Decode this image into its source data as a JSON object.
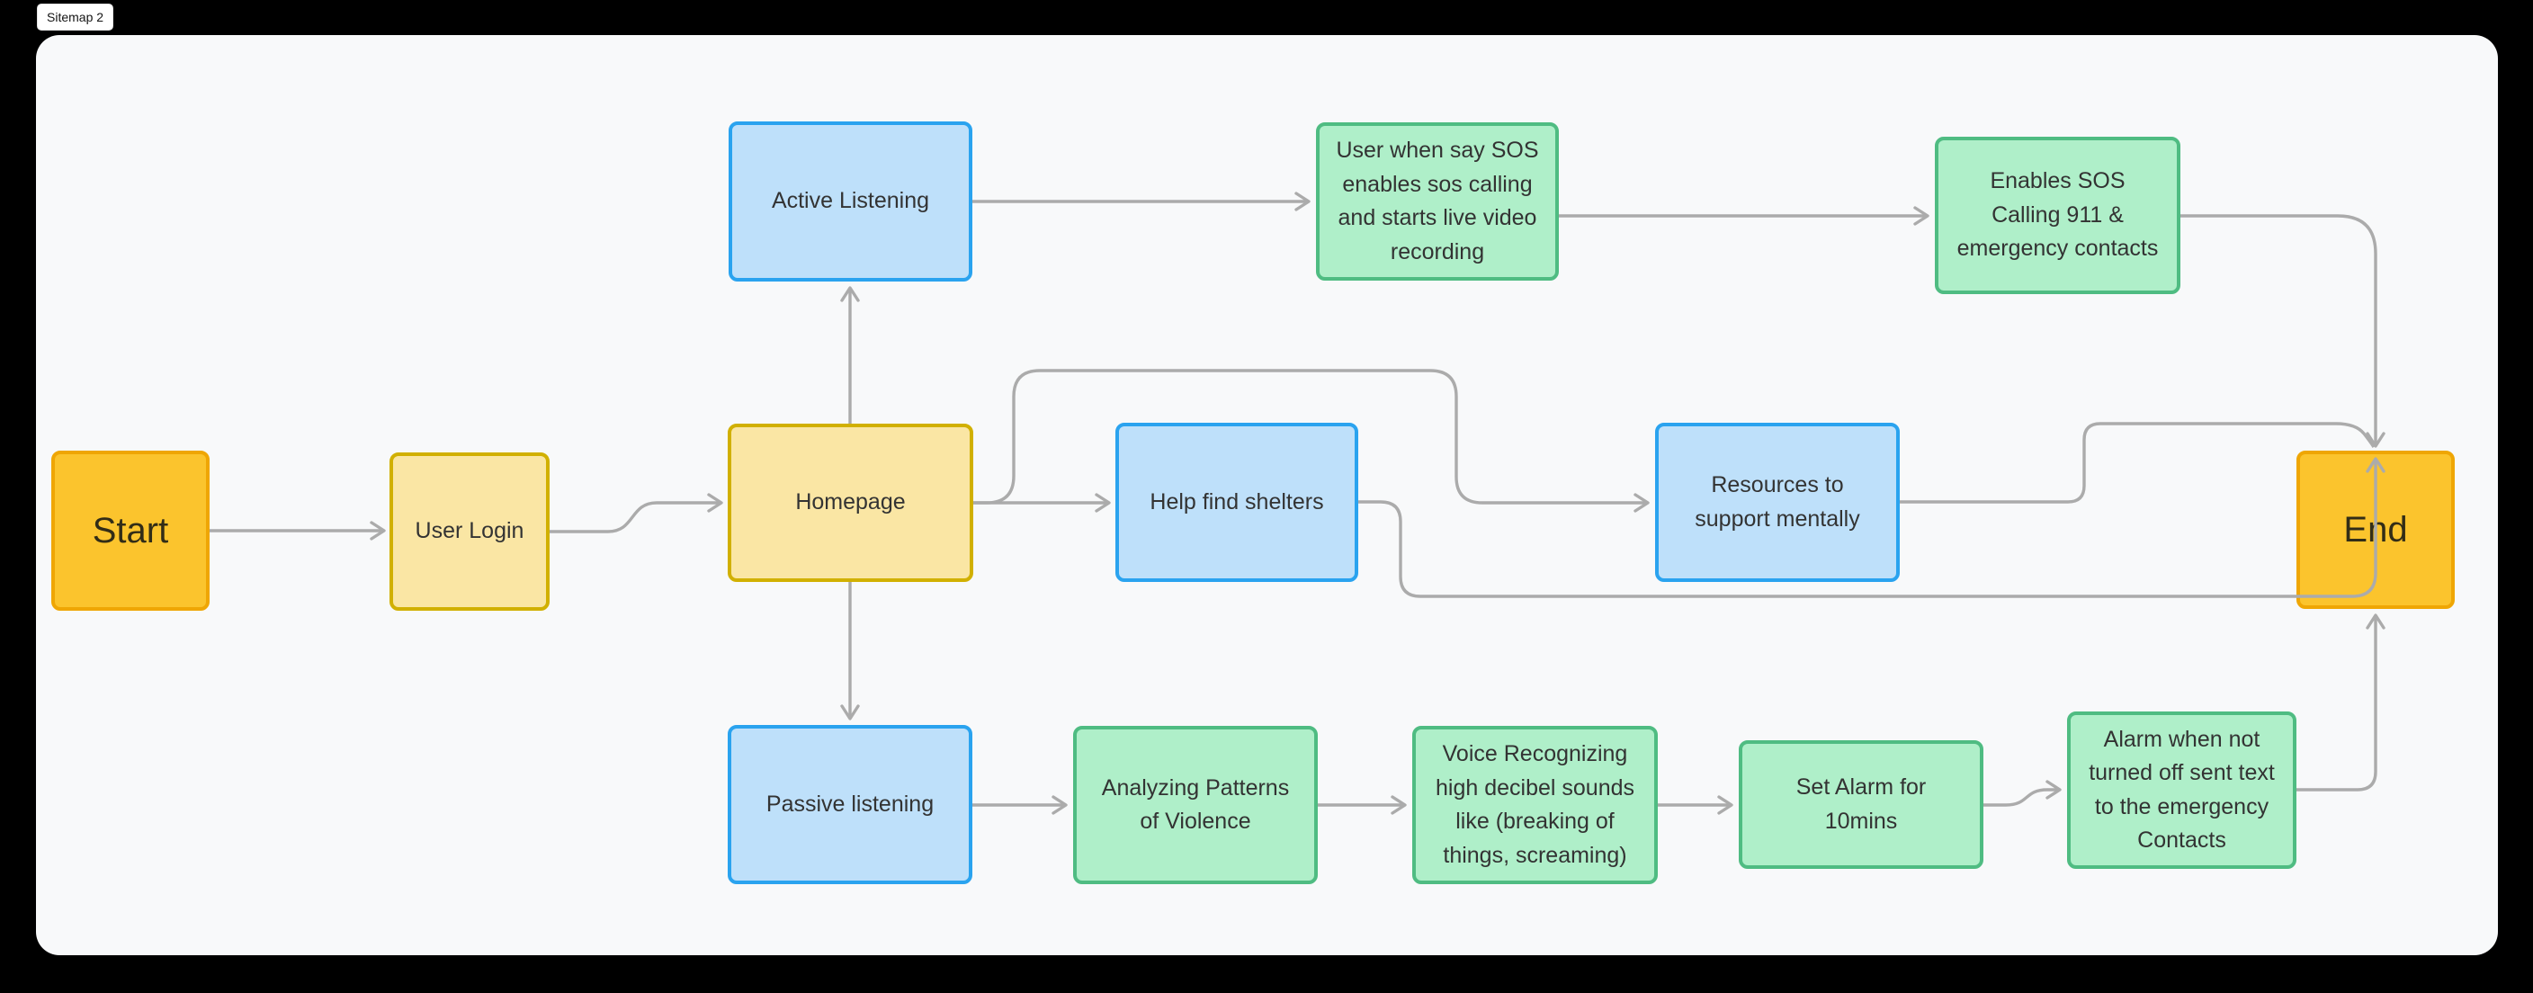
{
  "page": {
    "title_chip": "Sitemap 2"
  },
  "canvas": {
    "background": "#F8F9FA",
    "outer_background": "#000000"
  },
  "colors": {
    "terminal_fill": "#FBC42D",
    "terminal_border": "#EFA604",
    "page_fill": "#FAE6A4",
    "page_border": "#D1B000",
    "feature_fill": "#BEE0FA",
    "feature_border": "#2AA3EF",
    "action_fill": "#AFEFC9",
    "action_border": "#4FBC82",
    "connector": "#ABABAB",
    "text": "#333333"
  },
  "nodes": [
    {
      "id": "start",
      "kind": "terminal",
      "label": "Start"
    },
    {
      "id": "user-login",
      "kind": "page",
      "label": "User Login"
    },
    {
      "id": "homepage",
      "kind": "page",
      "label": "Homepage"
    },
    {
      "id": "active-listening",
      "kind": "feature",
      "label": "Active Listening"
    },
    {
      "id": "passive-listening",
      "kind": "feature",
      "label": "Passive listening"
    },
    {
      "id": "sos-video-recording",
      "kind": "action",
      "label": "User when say SOS enables sos  calling and starts live video recording"
    },
    {
      "id": "enables-sos-calling",
      "kind": "action",
      "label": "Enables SOS Calling 911 & emergency contacts"
    },
    {
      "id": "help-find-shelters",
      "kind": "feature",
      "label": "Help find shelters"
    },
    {
      "id": "resources-support-mentally",
      "kind": "feature",
      "label": "Resources to support mentally"
    },
    {
      "id": "analyzing-patterns",
      "kind": "action",
      "label": "Analyzing Patterns of Violence"
    },
    {
      "id": "voice-recognizing",
      "kind": "action",
      "label": "Voice Recognizing high decibel sounds like (breaking of things, screaming)"
    },
    {
      "id": "set-alarm",
      "kind": "action",
      "label": "Set Alarm for 10mins"
    },
    {
      "id": "alarm-text-contacts",
      "kind": "action",
      "label": "Alarm when not turned off sent text to the emergency Contacts"
    },
    {
      "id": "end",
      "kind": "terminal",
      "label": "End"
    }
  ],
  "edges": [
    {
      "from": "start",
      "to": "user-login"
    },
    {
      "from": "user-login",
      "to": "homepage"
    },
    {
      "from": "homepage",
      "to": "active-listening"
    },
    {
      "from": "homepage",
      "to": "passive-listening"
    },
    {
      "from": "homepage",
      "to": "help-find-shelters"
    },
    {
      "from": "homepage",
      "to": "resources-support-mentally"
    },
    {
      "from": "active-listening",
      "to": "sos-video-recording"
    },
    {
      "from": "sos-video-recording",
      "to": "enables-sos-calling"
    },
    {
      "from": "enables-sos-calling",
      "to": "end"
    },
    {
      "from": "help-find-shelters",
      "to": "end"
    },
    {
      "from": "resources-support-mentally",
      "to": "end"
    },
    {
      "from": "passive-listening",
      "to": "analyzing-patterns"
    },
    {
      "from": "analyzing-patterns",
      "to": "voice-recognizing"
    },
    {
      "from": "voice-recognizing",
      "to": "set-alarm"
    },
    {
      "from": "set-alarm",
      "to": "alarm-text-contacts"
    },
    {
      "from": "alarm-text-contacts",
      "to": "end"
    }
  ]
}
